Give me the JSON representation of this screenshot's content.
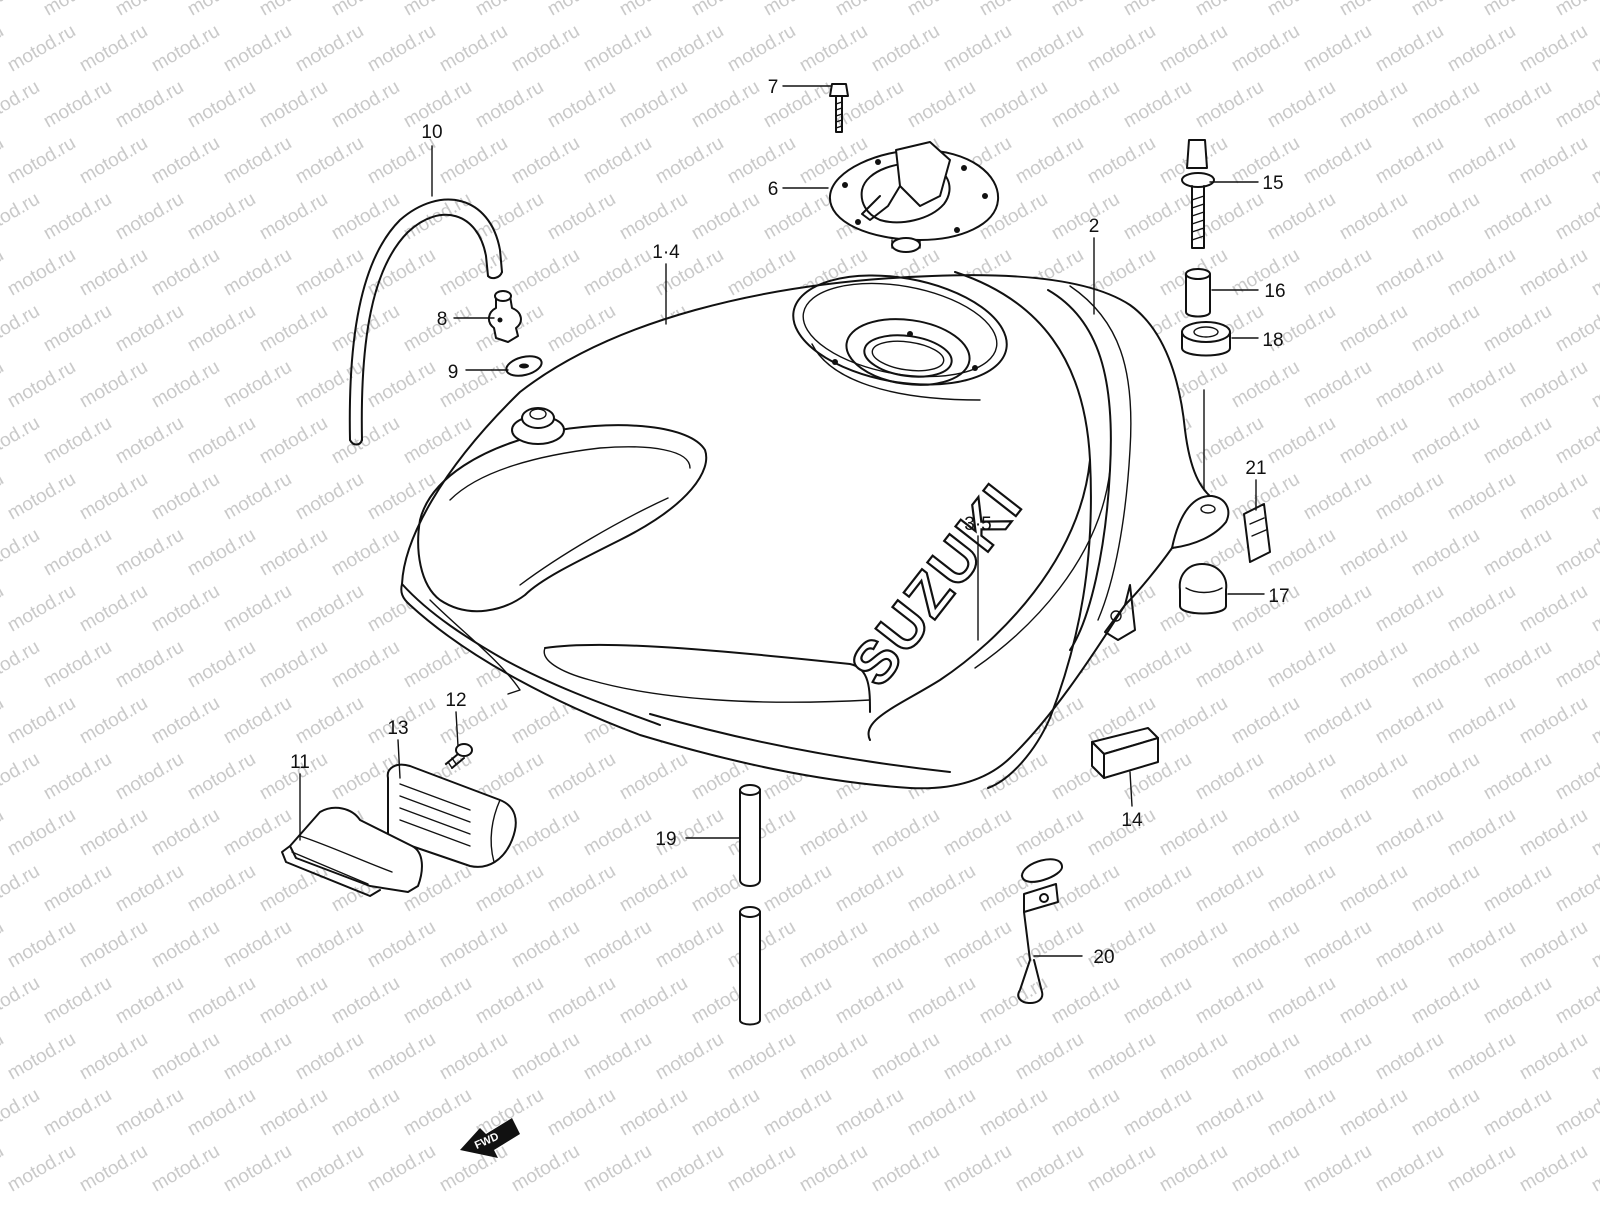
{
  "watermark": "motod.ru",
  "brand_logo": "SUZUKI",
  "fwd_marker": "FWD",
  "parts": [
    {
      "id": "p10",
      "label": "10"
    },
    {
      "id": "p7",
      "label": "7"
    },
    {
      "id": "p6",
      "label": "6"
    },
    {
      "id": "p8",
      "label": "8"
    },
    {
      "id": "p9",
      "label": "9"
    },
    {
      "id": "p1-4",
      "label": "1·4"
    },
    {
      "id": "p2",
      "label": "2"
    },
    {
      "id": "p15",
      "label": "15"
    },
    {
      "id": "p16",
      "label": "16"
    },
    {
      "id": "p18",
      "label": "18"
    },
    {
      "id": "p21",
      "label": "21"
    },
    {
      "id": "p3-5",
      "label": "3·5"
    },
    {
      "id": "p17",
      "label": "17"
    },
    {
      "id": "p12",
      "label": "12"
    },
    {
      "id": "p13",
      "label": "13"
    },
    {
      "id": "p11",
      "label": "11"
    },
    {
      "id": "p14",
      "label": "14"
    },
    {
      "id": "p19",
      "label": "19"
    },
    {
      "id": "p20",
      "label": "20"
    }
  ]
}
